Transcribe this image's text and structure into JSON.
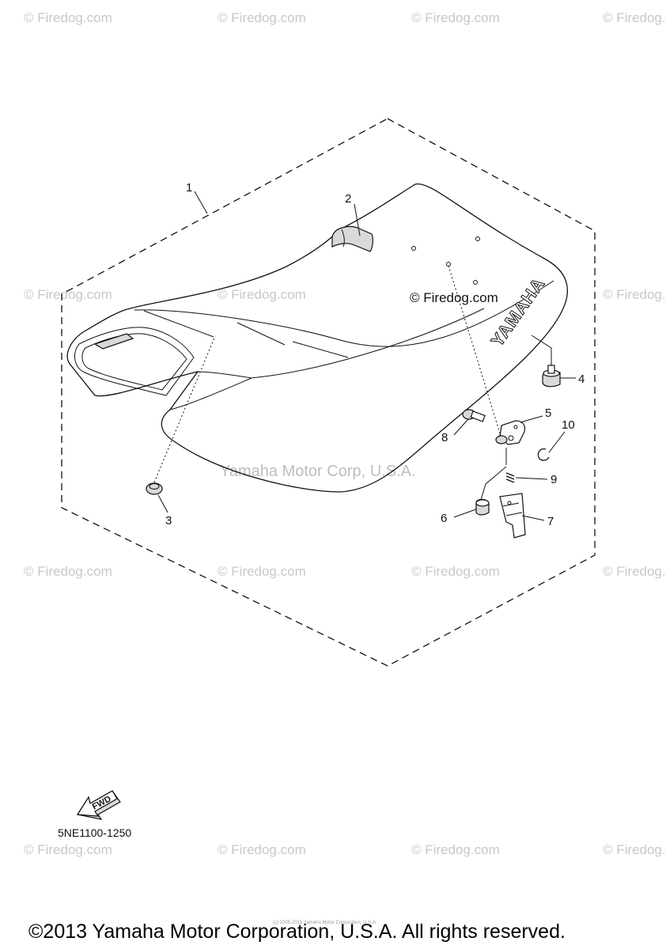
{
  "watermarks": {
    "firedog": "© Firedog.com",
    "center": "Yamaha Motor Corp, U.S.A."
  },
  "diagram": {
    "brand_text": "YAMAHA",
    "stamp_text": "© Firedog.com",
    "callouts": [
      "1",
      "2",
      "3",
      "4",
      "5",
      "6",
      "7",
      "8",
      "9",
      "10"
    ],
    "fwd_label": "FWD",
    "part_code": "5NE1100-1250",
    "tiny_notice": "(c) 2005-2015 Yamaha Motor Corporation, U.S.A."
  },
  "footer": {
    "copyright": "©2013 Yamaha Motor Corporation, U.S.A. All rights reserved."
  },
  "colors": {
    "watermark": "#c8c8c8",
    "ink": "#111111"
  }
}
